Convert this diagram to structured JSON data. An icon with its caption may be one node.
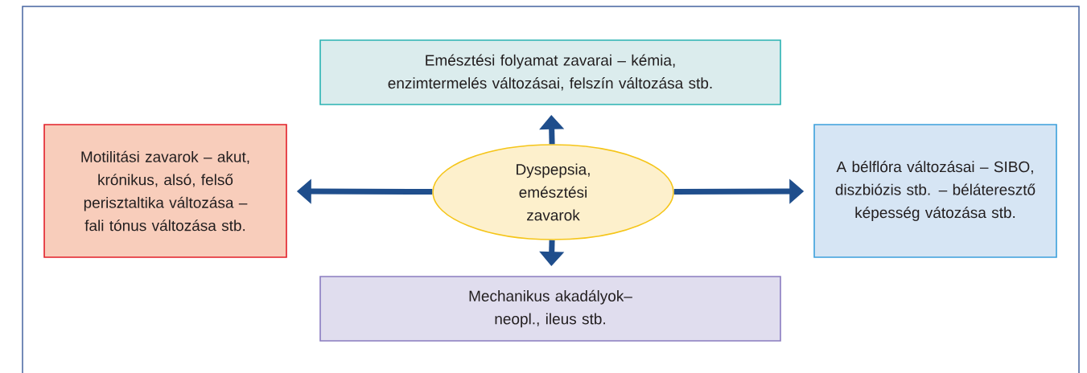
{
  "diagram": {
    "nodes": [
      {
        "text": [
          "Emésztési folyamat zavarai – kémia, enzimtermelés változásai, felszín változása stb."
        ]
      },
      {
        "text": [
          "Motilitási zavarok – akut, krónikus, alsó, felső perisztaltika változása – fali tónus változása stb."
        ]
      },
      {
        "text": [
          "Dyspepsia, emésztési zavarok"
        ]
      },
      {
        "text": [
          "A bélflóra változásai – SIBO, diszbiózis stb. – béláteresztő képesség vátozása stb."
        ]
      },
      {
        "text": [
          "Mechanikus akadályok– neopl., ileus stb."
        ]
      }
    ],
    "edges": [
      {
        "from": 2,
        "to": 0,
        "arrow": "to"
      },
      {
        "from": 2,
        "to": 1,
        "arrow": "to"
      },
      {
        "from": 2,
        "to": 3,
        "arrow": "to"
      },
      {
        "from": 2,
        "to": 4,
        "arrow": "to"
      }
    ]
  }
}
